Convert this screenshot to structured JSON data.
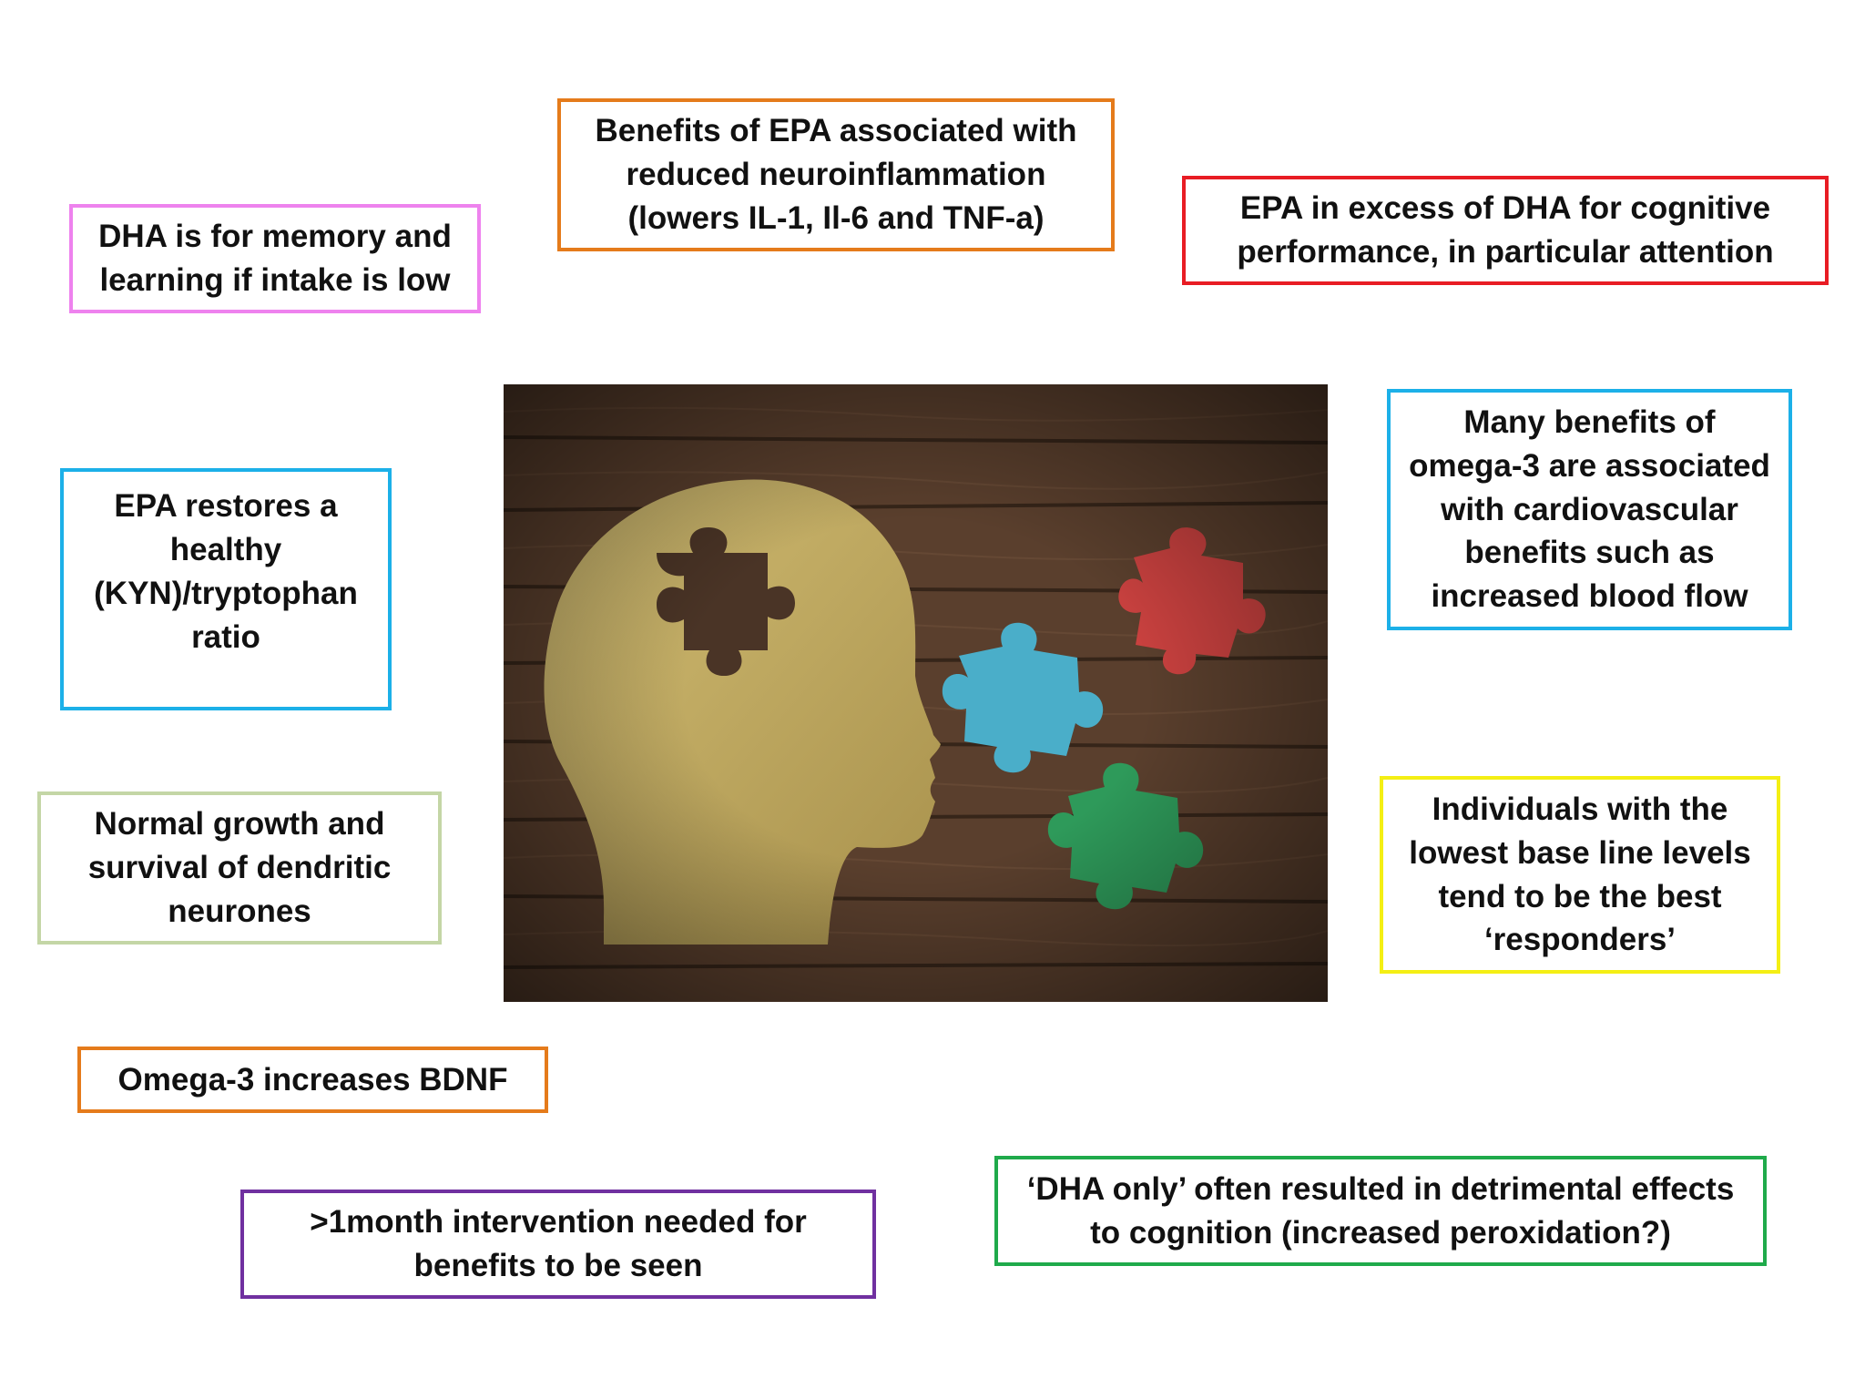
{
  "colors": {
    "pink": "#ee82ee",
    "orange": "#e57b1b",
    "red": "#e81c24",
    "cyan": "#1cb0e8",
    "sage": "#c4d6a6",
    "yellow": "#f4ef14",
    "purple": "#7030a0",
    "green": "#1faa4b",
    "head": "#c4ac5f",
    "wood": "#5a3f2d",
    "puzzle_blue": "#4aaec9",
    "puzzle_red": "#c9413f",
    "puzzle_green": "#2e9a5a"
  },
  "boxes": {
    "dha_memory": "DHA is for memory and\nlearning if intake is low",
    "epa_neuroinflammation": "Benefits of EPA associated with\nreduced neuroinflammation\n(lowers IL-1, Il-6 and TNF-a)",
    "epa_excess": "EPA in excess of DHA for cognitive\nperformance, in particular attention",
    "epa_kyn": "EPA restores a\nhealthy\n(KYN)/tryptophan\nratio",
    "omega_cardio": "Many benefits of\nomega-3 are associated\nwith cardiovascular\nbenefits such as\nincreased blood flow",
    "dendritic": "Normal growth and\nsurvival of dendritic\nneurones",
    "responders": "Individuals with the\nlowest base line levels\ntend to be the best\n‘responders’",
    "bdnf": "Omega-3 increases BDNF",
    "intervention": ">1month intervention needed for\nbenefits to be seen",
    "dha_only": "‘DHA only’ often resulted in detrimental effects\nto cognition (increased peroxidation?)"
  }
}
